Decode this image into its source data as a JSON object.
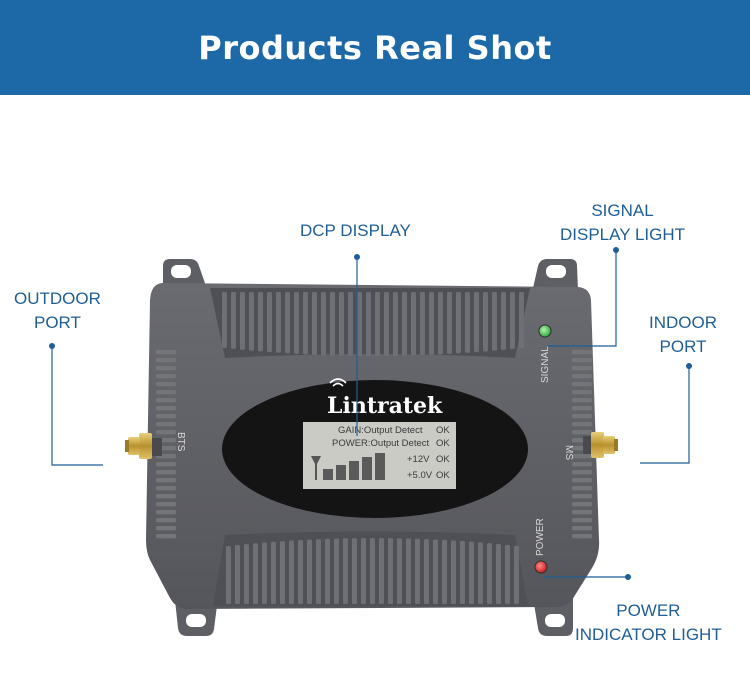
{
  "header": {
    "title": "Products Real Shot",
    "bg_color": "#1d68a6"
  },
  "callouts": {
    "dcp_display": {
      "line1": "DCP DISPLAY"
    },
    "outdoor_port": {
      "line1": "OUTDOOR",
      "line2": "PORT"
    },
    "signal_light": {
      "line1": "SIGNAL",
      "line2": "DISPLAY LIGHT"
    },
    "indoor_port": {
      "line1": "INDOOR",
      "line2": "PORT"
    },
    "power_light": {
      "line1": "POWER",
      "line2": "INDICATOR LIGHT"
    },
    "accent_color": "#1f5e96"
  },
  "device": {
    "brand": "Lintratek",
    "port_left_label": "BTS",
    "port_right_label": "MS",
    "signal_label": "SIGNAL",
    "power_label": "POWER",
    "signal_led_color": "#2faa45",
    "power_led_color": "#cc1f1f",
    "lcd": {
      "gain_line": "GAIN:Output Detect",
      "gain_status": "OK",
      "power_line": "POWER:Output Detect",
      "power_status": "OK",
      "v12_label": "+12V",
      "v12_status": "OK",
      "v5_label": "+5.0V",
      "v5_status": "OK"
    }
  }
}
